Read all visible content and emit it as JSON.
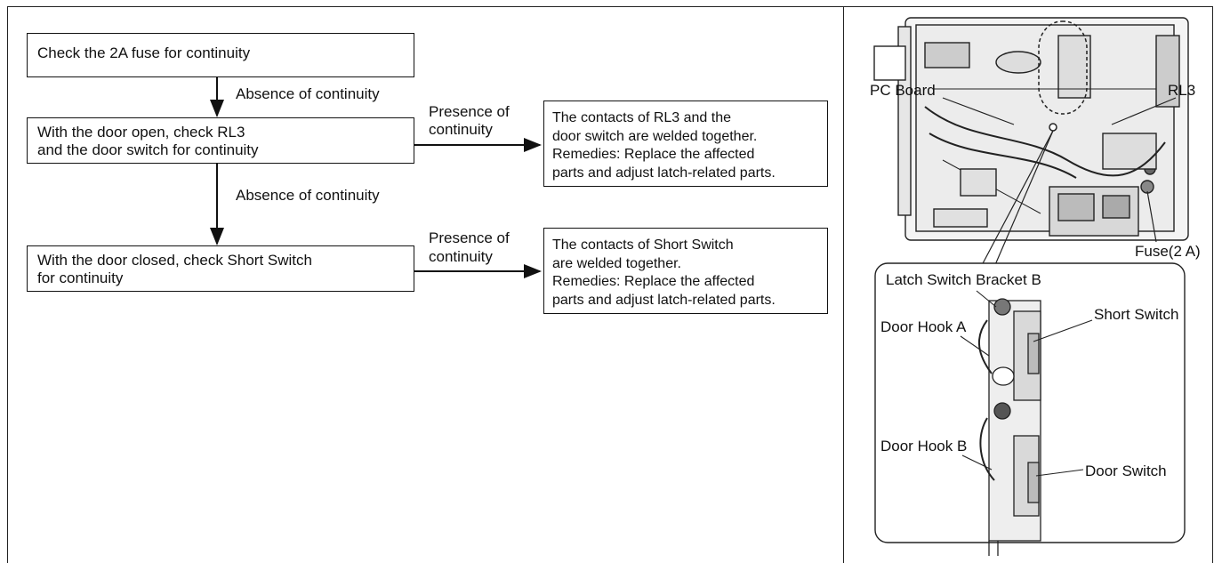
{
  "flow": {
    "step1": "Check the 2A fuse for continuity",
    "step2_line1": "With the door open, check RL3",
    "step2_line2": "and the door switch for continuity",
    "step3_line1": "With the door closed, check Short Switch",
    "step3_line2": "for continuity",
    "absence_1": "Absence of continuity",
    "absence_2": "Absence of continuity",
    "presence_1_line1": "Presence of",
    "presence_1_line2": "continuity",
    "presence_2_line1": "Presence of",
    "presence_2_line2": "continuity",
    "result1": [
      "The contacts of RL3 and the",
      "door switch are welded together.",
      "Remedies: Replace the affected",
      "parts and adjust latch-related parts."
    ],
    "result2": [
      "The contacts of Short Switch",
      "are welded together.",
      "Remedies: Replace the affected",
      "parts and adjust latch-related parts."
    ]
  },
  "parts": {
    "pc_board": "PC Board",
    "rl3": "RL3",
    "fuse": "Fuse(2 A)",
    "latch_bracket": "Latch Switch Bracket B",
    "door_hook_a": "Door Hook A",
    "short_switch": "Short Switch",
    "door_hook_b": "Door Hook B",
    "door_switch": "Door Switch"
  }
}
